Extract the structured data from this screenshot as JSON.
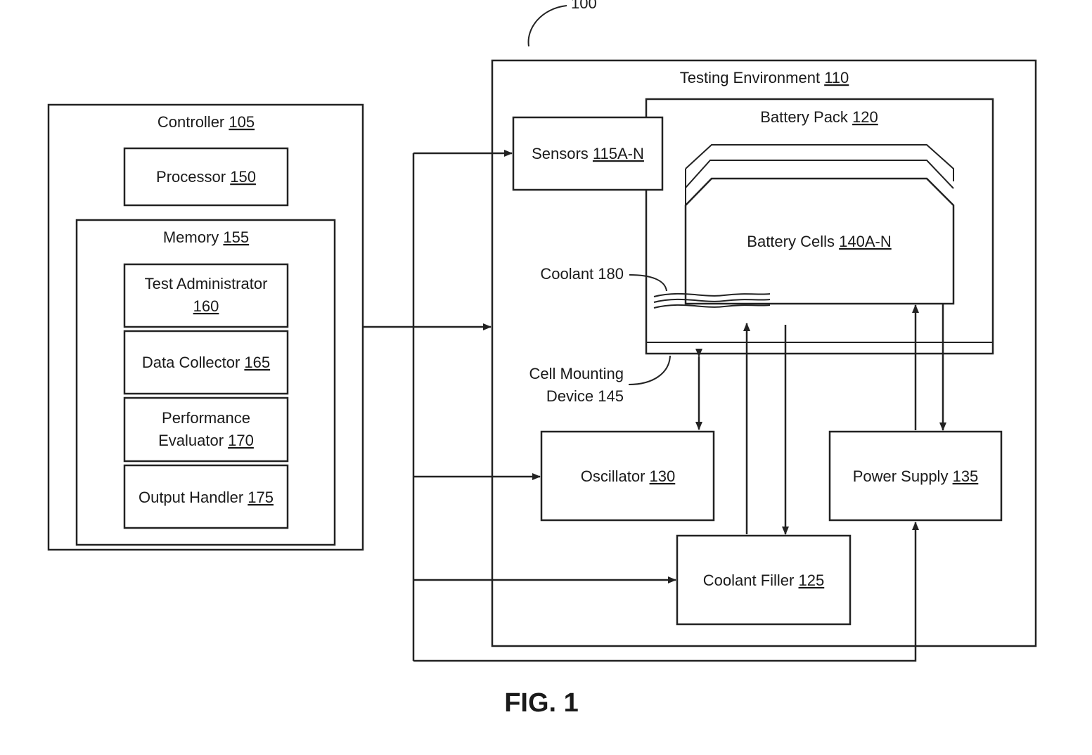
{
  "diagram": {
    "reference_number": "100",
    "figure_label": "FIG. 1",
    "controller": {
      "title": "Controller",
      "ref": "105",
      "processor": {
        "title": "Processor",
        "ref": "150"
      },
      "memory": {
        "title": "Memory",
        "ref": "155",
        "test_administrator": {
          "title": "Test Administrator",
          "ref": "160"
        },
        "data_collector": {
          "title": "Data Collector",
          "ref": "165"
        },
        "performance_evaluator": {
          "title_line1": "Performance",
          "title_line2": "Evaluator",
          "ref": "170"
        },
        "output_handler": {
          "title": "Output Handler",
          "ref": "175"
        }
      }
    },
    "testing_environment": {
      "title": "Testing Environment",
      "ref": "110",
      "sensors": {
        "title": "Sensors",
        "ref": "115A-N"
      },
      "battery_pack": {
        "title": "Battery Pack",
        "ref": "120"
      },
      "battery_cells": {
        "title": "Battery Cells",
        "ref": "140A-N"
      },
      "coolant_label": "Coolant 180",
      "cell_mounting_line1": "Cell Mounting",
      "cell_mounting_line2": "Device 145",
      "oscillator": {
        "title": "Oscillator",
        "ref": "130"
      },
      "power_supply": {
        "title": "Power Supply",
        "ref": "135"
      },
      "coolant_filler": {
        "title": "Coolant Filler",
        "ref": "125"
      }
    }
  }
}
